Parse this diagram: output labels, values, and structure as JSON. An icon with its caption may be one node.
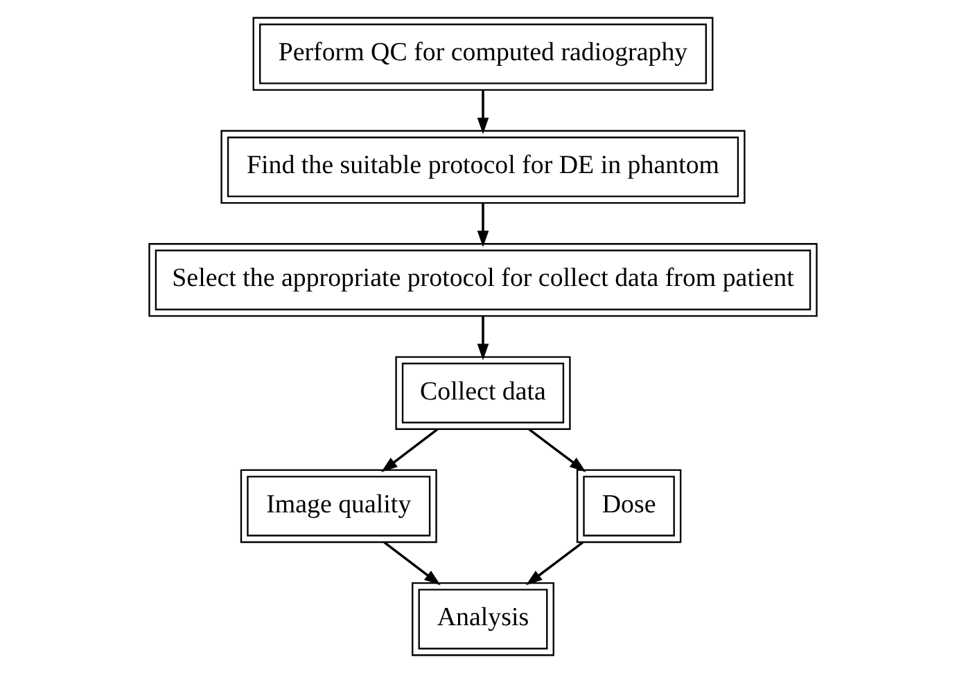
{
  "diagram": {
    "nodes": [
      {
        "text": [
          "Perform QC for computed radiography"
        ]
      },
      {
        "text": [
          "Find the suitable protocol for DE in phantom"
        ]
      },
      {
        "text": [
          "Select the appropriate protocol for collect data from patient"
        ]
      },
      {
        "text": [
          "Collect data"
        ]
      },
      {
        "text": [
          "Image quality"
        ]
      },
      {
        "text": [
          "Dose"
        ]
      },
      {
        "text": [
          "Analysis"
        ]
      }
    ],
    "edges": [
      {
        "from": 0,
        "to": 1,
        "arrow": "to"
      },
      {
        "from": 1,
        "to": 2,
        "arrow": "to"
      },
      {
        "from": 2,
        "to": 3,
        "arrow": "to"
      },
      {
        "from": 3,
        "to": 4,
        "arrow": "to"
      },
      {
        "from": 3,
        "to": 5,
        "arrow": "to"
      },
      {
        "from": 4,
        "to": 6,
        "arrow": "to"
      },
      {
        "from": 5,
        "to": 6,
        "arrow": "to"
      }
    ]
  }
}
